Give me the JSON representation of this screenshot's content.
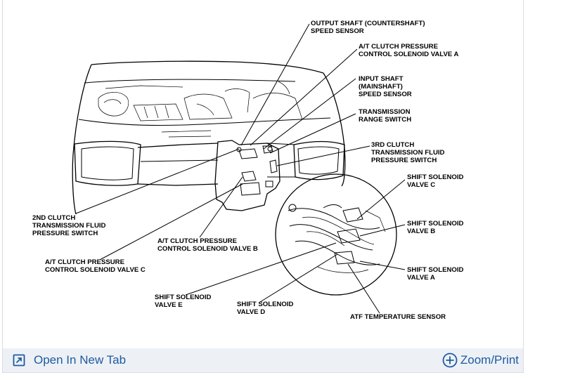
{
  "labels": {
    "output_shaft_1": "OUTPUT SHAFT (COUNTERSHAFT)",
    "output_shaft_2": "SPEED SENSOR",
    "at_clutch_a_1": "A/T CLUTCH PRESSURE",
    "at_clutch_a_2": "CONTROL SOLENOID VALVE A",
    "input_shaft_1": "INPUT SHAFT",
    "input_shaft_2": "(MAINSHAFT)",
    "input_shaft_3": "SPEED SENSOR",
    "range_switch_1": "TRANSMISSION",
    "range_switch_2": "RANGE SWITCH",
    "third_clutch_1": "3RD CLUTCH",
    "third_clutch_2": "TRANSMISSION FLUID",
    "third_clutch_3": "PRESSURE SWITCH",
    "shift_c_1": "SHIFT SOLENOID",
    "shift_c_2": "VALVE C",
    "shift_b_1": "SHIFT SOLENOID",
    "shift_b_2": "VALVE B",
    "shift_a_1": "SHIFT SOLENOID",
    "shift_a_2": "VALVE A",
    "atf_temp": "ATF TEMPERATURE SENSOR",
    "second_clutch_1": "2ND CLUTCH",
    "second_clutch_2": "TRANSMISSION FLUID",
    "second_clutch_3": "PRESSURE SWITCH",
    "at_clutch_b_1": "A/T CLUTCH PRESSURE",
    "at_clutch_b_2": "CONTROL SOLENOID VALVE B",
    "at_clutch_c_1": "A/T CLUTCH PRESSURE",
    "at_clutch_c_2": "CONTROL SOLENOID VALVE C",
    "shift_e_1": "SHIFT SOLENOID",
    "shift_e_2": "VALVE E",
    "shift_d_1": "SHIFT SOLENOID",
    "shift_d_2": "VALVE D"
  },
  "toolbar": {
    "open_new_tab": "Open In New Tab",
    "zoom_print": "Zoom/Print",
    "link_color": "#1f5aa0",
    "background": "#edf1f6"
  },
  "icons": {
    "open_new_tab": "open-new-tab-icon",
    "zoom_print": "plus-circle-icon"
  }
}
